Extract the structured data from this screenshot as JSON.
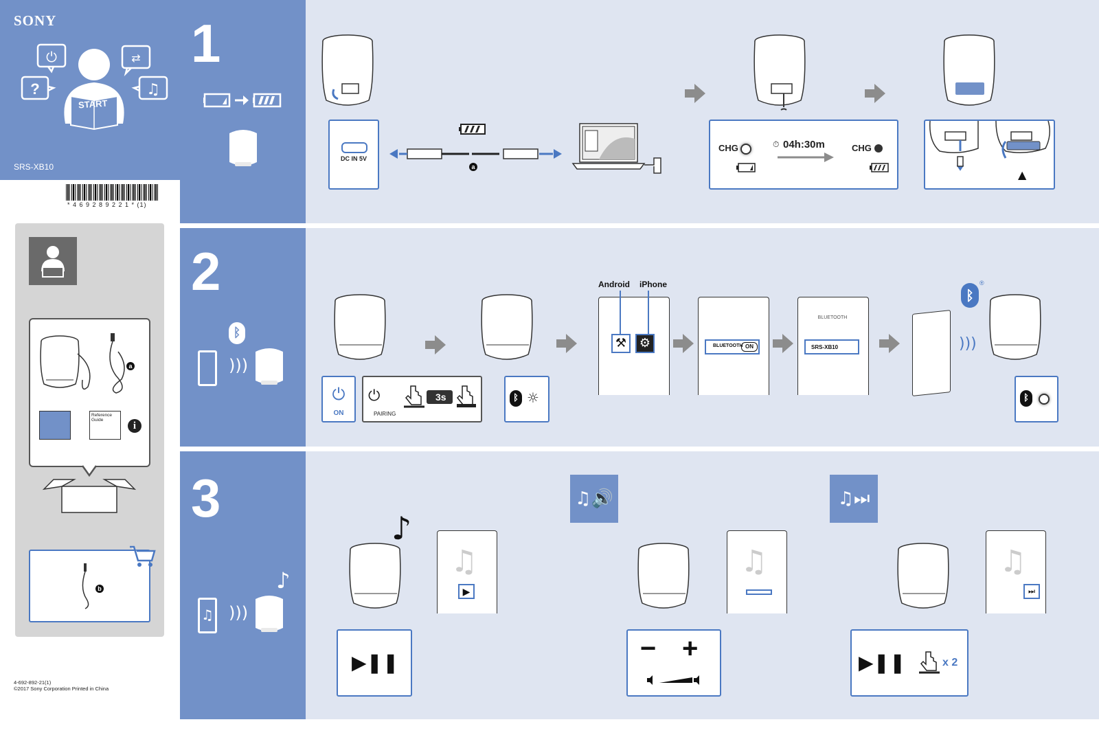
{
  "brand": "SONY",
  "model": "SRS-XB10",
  "start_label": "START",
  "barcode_number": "* 4 6 9 2 8 9 2 2 1 * (1)",
  "footer": {
    "code": "4-692-892-21(1)",
    "copyright": "©2017 Sony Corporation Printed in China"
  },
  "box_contents": {
    "reference_guide": "Reference Guide",
    "item_a": "a",
    "item_b": "b",
    "info": "i"
  },
  "step1": {
    "number": "1",
    "port_label": "DC IN 5V",
    "cable_marker": "a",
    "chg_label": "CHG",
    "chg_label_2": "CHG",
    "charge_time": "04h:30m",
    "eject_symbol": "▲"
  },
  "step2": {
    "number": "2",
    "on_label": "ON",
    "pairing_label": "PAIRING",
    "hold_time": "3s",
    "android_label": "Android",
    "iphone_label": "iPhone",
    "bluetooth_label": "BLUETOOTH",
    "on_toggle": "ON",
    "device_name": "SRS-XB10",
    "screen_title": "BLUETOOTH",
    "registered_mark": "®"
  },
  "step3": {
    "number": "3",
    "minus": "−",
    "plus": "+",
    "times_two": "x 2"
  },
  "icons": {
    "power": "power-icon",
    "bluetooth": "bluetooth-icon",
    "music": "music-note-icon"
  },
  "colors": {
    "accent_blue": "#7291c8",
    "light_panel": "#dfe5f1",
    "box_border": "#4a78c2",
    "gray_arrow": "#8c8c8c"
  }
}
